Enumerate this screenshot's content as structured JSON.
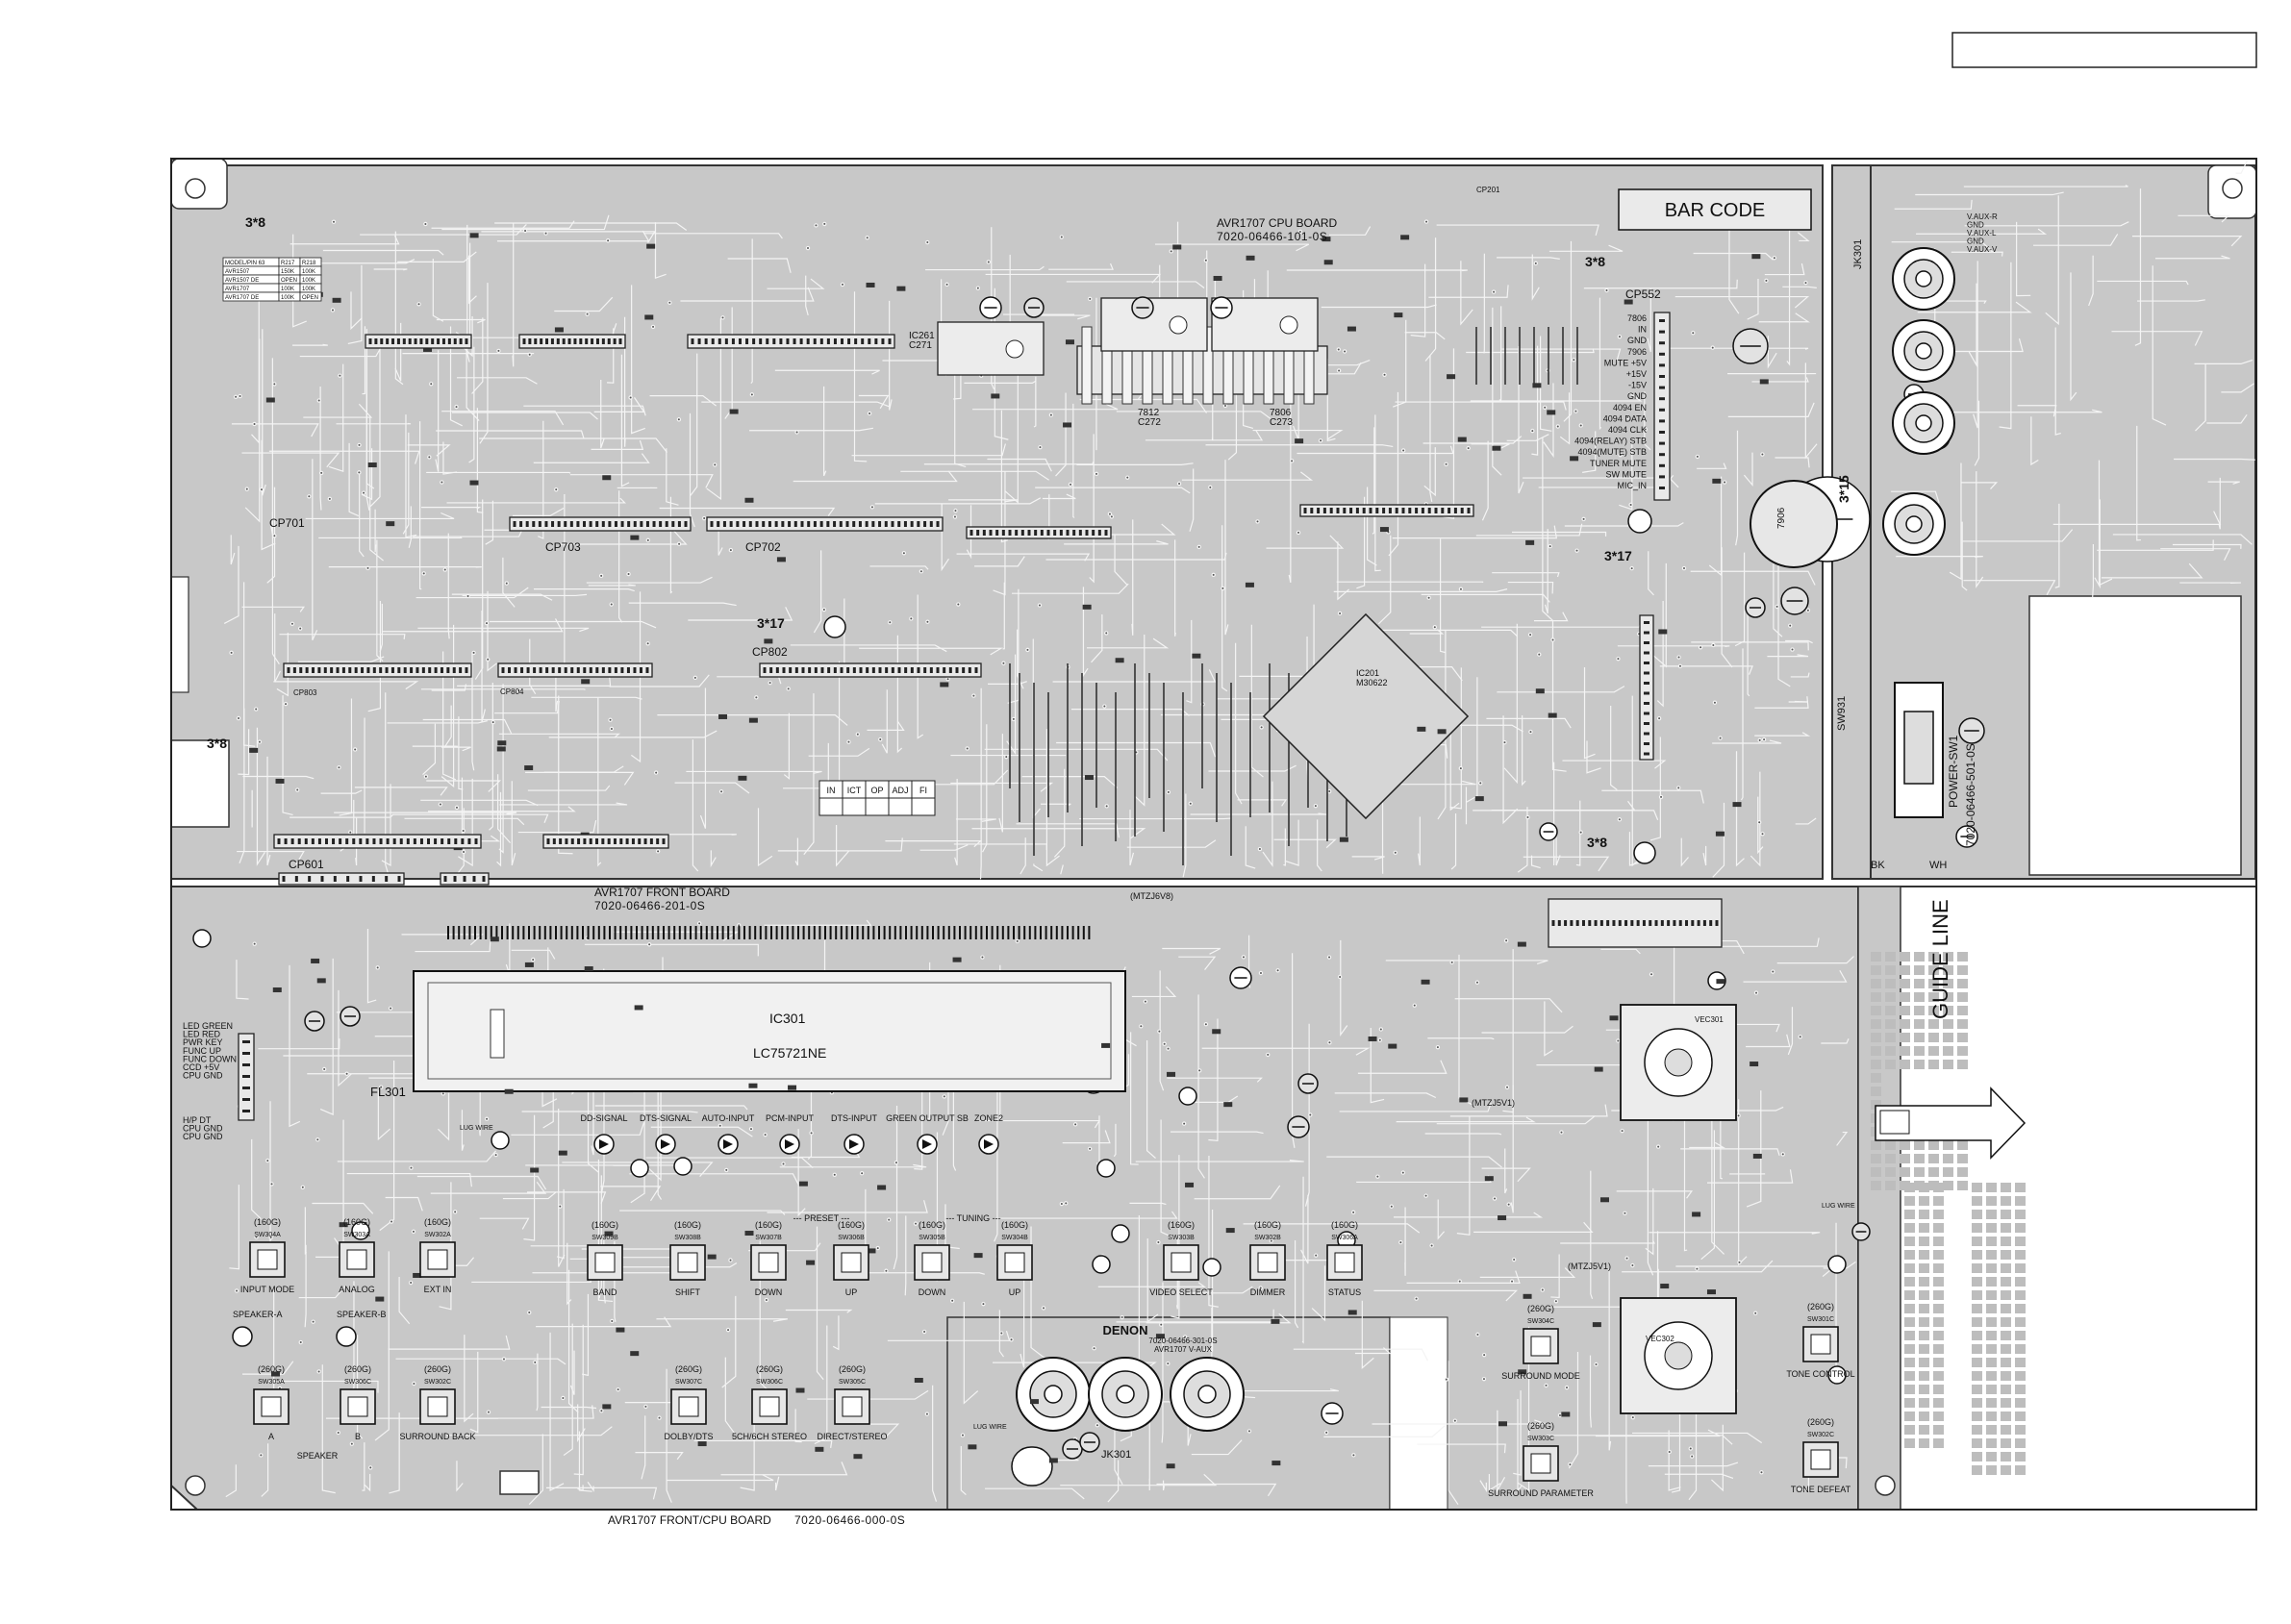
{
  "header_box_text": "",
  "cpu_board": {
    "name": "AVR1707 CPU BOARD",
    "part": "7020-06466-101-0S",
    "bar_code": "BAR CODE",
    "connectors": [
      "CP702",
      "CP703",
      "CP701",
      "CP802",
      "CP803",
      "CP601",
      "CP552",
      "CP201",
      "CP804"
    ],
    "fixings": [
      "3*8",
      "3*8",
      "3*8",
      "3*17",
      "3*17",
      "3*15",
      "3*8"
    ],
    "jig_labels": [
      "IN",
      "ICT",
      "OP",
      "ADJ",
      "FI"
    ],
    "cp552_pins": [
      "7806",
      "IN",
      "GND",
      "7906",
      "MUTE +5V",
      "+15V",
      "-15V",
      "GND",
      "4094 EN",
      "4094 DATA",
      "4094 CLK",
      "4094(RELAY) STB",
      "4094(MUTE) STB",
      "TUNER MUTE",
      "SW MUTE",
      "MIC_IN"
    ],
    "model_table": {
      "headers": [
        "MODEL/PIN 63",
        "R217",
        "R218"
      ],
      "rows": [
        [
          "AVR1507",
          "150K",
          "100K"
        ],
        [
          "AVR1507 DE",
          "OPEN",
          "100K"
        ],
        [
          "AVR1707",
          "100K",
          "100K"
        ],
        [
          "AVR1707 DE",
          "100K",
          "OPEN"
        ]
      ]
    },
    "ic_labels": [
      "IC201",
      "M30622",
      "IC261",
      "C271",
      "7812",
      "C272",
      "7806",
      "C273",
      "7906"
    ]
  },
  "power_board": {
    "name": "POWER-SW1",
    "part": "7020-06466-501-0S",
    "switch": "SW931",
    "wire_labels": [
      "BK",
      "WH"
    ],
    "jack": "JK301",
    "jack_pins": [
      "V.AUX-R",
      "GND",
      "V.AUX-L",
      "GND",
      "V.AUX-V"
    ]
  },
  "front_board": {
    "name": "AVR1707 FRONT BOARD",
    "part": "7020-06466-201-0S",
    "ic_name": "IC301",
    "ic_part": "LC75721NE",
    "display": "FL301",
    "sub_board": "7020-06466-301-0S",
    "sub_board_name": "AVR1707 V-AUX",
    "brand": "DENON",
    "jack": "JK301",
    "guide_text": "GUIDE LINE",
    "left_pins": [
      "LED GREEN",
      "LED RED",
      "PWR KEY",
      "FUNC UP",
      "FUNC DOWN",
      "CCD +5V",
      "CPU GND"
    ],
    "left_pins2": [
      "H/P DT",
      "CPU GND",
      "CPU GND"
    ],
    "leds": [
      "DD-SIGNAL",
      "DTS-SIGNAL",
      "AUTO-INPUT",
      "PCM-INPUT",
      "DTS-INPUT",
      "GREEN OUTPUT SB",
      "ZONE2"
    ],
    "button_row1": [
      {
        "top": "(160G)",
        "code": "SW304A",
        "label": "INPUT MODE"
      },
      {
        "top": "(160G)",
        "code": "SW303A",
        "label": "ANALOG"
      },
      {
        "top": "(160G)",
        "code": "SW302A",
        "label": "EXT IN"
      }
    ],
    "button_row2": [
      {
        "top": "(160G)",
        "code": "SW309B",
        "label": "BAND"
      },
      {
        "top": "(160G)",
        "code": "SW308B",
        "label": "SHIFT"
      },
      {
        "top": "(160G)",
        "code": "SW307B",
        "label": "DOWN"
      },
      {
        "top": "(160G)",
        "code": "SW306B",
        "label": "UP"
      },
      {
        "top": "(160G)",
        "code": "SW305B",
        "label": "DOWN"
      },
      {
        "top": "(160G)",
        "code": "SW304B",
        "label": "UP"
      }
    ],
    "row2_group_labels": [
      "--- PRESET ---",
      "--- TUNING ---"
    ],
    "button_row3": [
      {
        "top": "(160G)",
        "code": "SW303B",
        "label": "VIDEO SELECT"
      },
      {
        "top": "(160G)",
        "code": "SW302B",
        "label": "DIMMER"
      },
      {
        "top": "(160G)",
        "code": "SW306A",
        "label": "STATUS"
      }
    ],
    "speaker_leds": [
      "SPEAKER-A",
      "SPEAKER-B"
    ],
    "button_row4": [
      {
        "top": "(260G)",
        "code": "SW305A",
        "label": "A"
      },
      {
        "top": "(260G)",
        "code": "SW306C",
        "label": "B"
      },
      {
        "top": "(260G)",
        "code": "SW302C",
        "label": "SURROUND BACK"
      }
    ],
    "speaker_group": "SPEAKER",
    "button_row5": [
      {
        "top": "(260G)",
        "code": "SW307C",
        "label": "DOLBY/DTS"
      },
      {
        "top": "(260G)",
        "code": "SW306C",
        "label": "5CH/6CH STEREO"
      },
      {
        "top": "(260G)",
        "code": "SW305C",
        "label": "DIRECT/STEREO"
      }
    ],
    "right_buttons": [
      {
        "top": "(260G)",
        "code": "SW304C",
        "label": "SURROUND MODE"
      },
      {
        "top": "(260G)",
        "code": "SW303C",
        "label": "SURROUND PARAMETER"
      },
      {
        "top": "(260G)",
        "code": "SW301C",
        "label": "TONE CONTROL"
      },
      {
        "top": "(260G)",
        "code": "SW302C",
        "label": "TONE DEFEAT"
      }
    ],
    "encoders": [
      "VEC301",
      "VEC302"
    ],
    "zener_labels": [
      "(MTZJ6V8)",
      "(MTZJ5V1)",
      "(MTZJ5V1)"
    ],
    "lug_labels": [
      "LUG WIRE",
      "LUG WIRE",
      "LUG WIRE"
    ]
  },
  "footer": {
    "name": "AVR1707 FRONT/CPU BOARD",
    "part": "7020-06466-000-0S"
  }
}
